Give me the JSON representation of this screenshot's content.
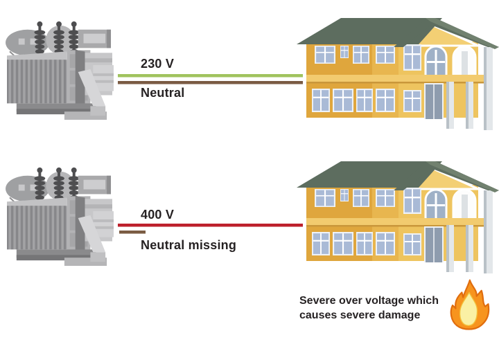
{
  "diagram_title": "Transformer neutral loss over-voltage diagram",
  "scenarios": {
    "normal": {
      "voltage_label": "230 V",
      "neutral_label": "Neutral",
      "live_wire_color": "#a0c35e",
      "neutral_wire_color": "#7a5b43"
    },
    "fault": {
      "voltage_label": "400 V",
      "neutral_label": "Neutral missing",
      "live_wire_color": "#bd202b",
      "neutral_wire_color": "#7a5b43"
    }
  },
  "warning": {
    "text": "Severe over voltage which causes severe damage",
    "flame": {
      "outer": "#f7941e",
      "inner": "#faf0a4"
    }
  },
  "icons": {
    "transformer": "transformer-icon",
    "house": "house-icon",
    "flame": "fire-icon"
  },
  "palette": {
    "text": "#262223",
    "house_wall": "#dfa63d",
    "house_wall_light": "#eec45f",
    "roof": "#5d6d5f",
    "window_glass": "#a9bad6",
    "transformer_gray": "#9c9c9e"
  }
}
